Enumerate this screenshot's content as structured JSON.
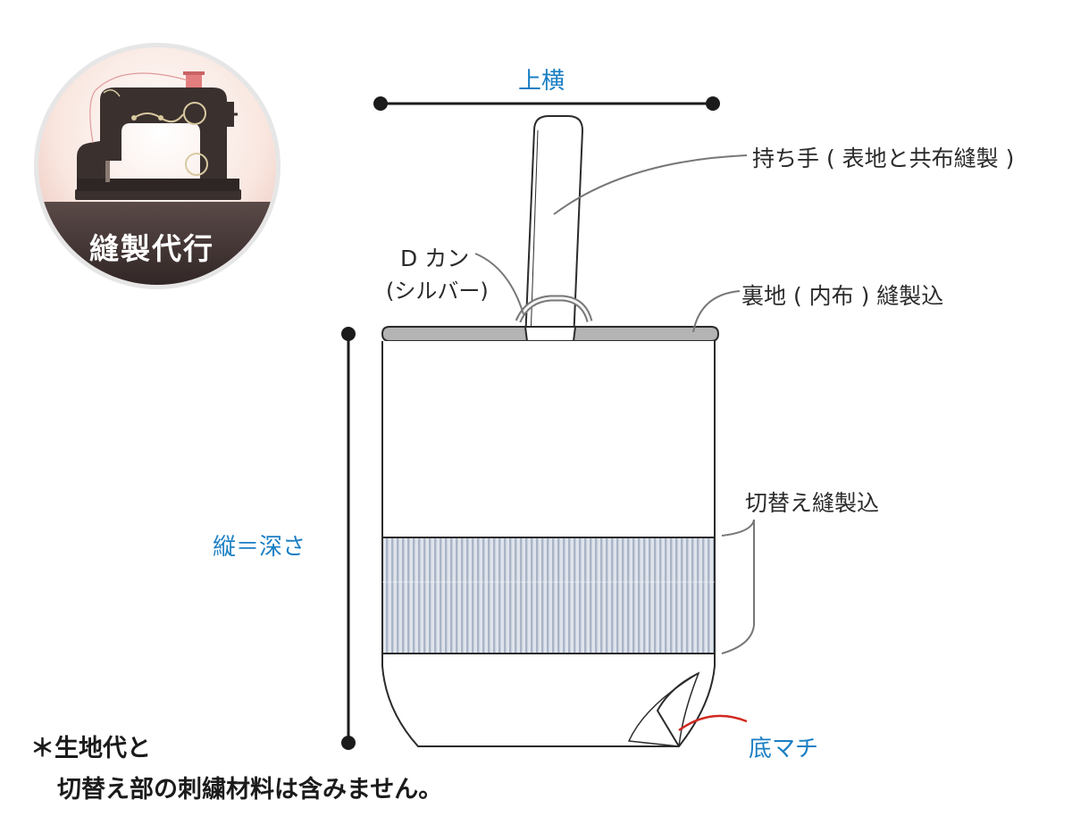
{
  "badge": {
    "label": "縫製代行"
  },
  "dimensions": {
    "width_label": "上横",
    "depth_label": "縦＝深さ",
    "gusset_label": "底マチ"
  },
  "callouts": {
    "handle": "持ち手 ( 表地と共布縫製 )",
    "d_ring_line1": "D カン",
    "d_ring_line2": "(シルバー)",
    "lining": "裏地 ( 内布 ) 縫製込",
    "panel": "切替え縫製込"
  },
  "note": {
    "line1": "＊生地代と",
    "line2": "切替え部の刺繍材料は含みません。"
  },
  "colors": {
    "dimension_blue": "#1a7fc4",
    "outline": "#2b2b2b",
    "gusset_pointer": "#d0281f",
    "stripe_panel": "#b9c3d2"
  }
}
